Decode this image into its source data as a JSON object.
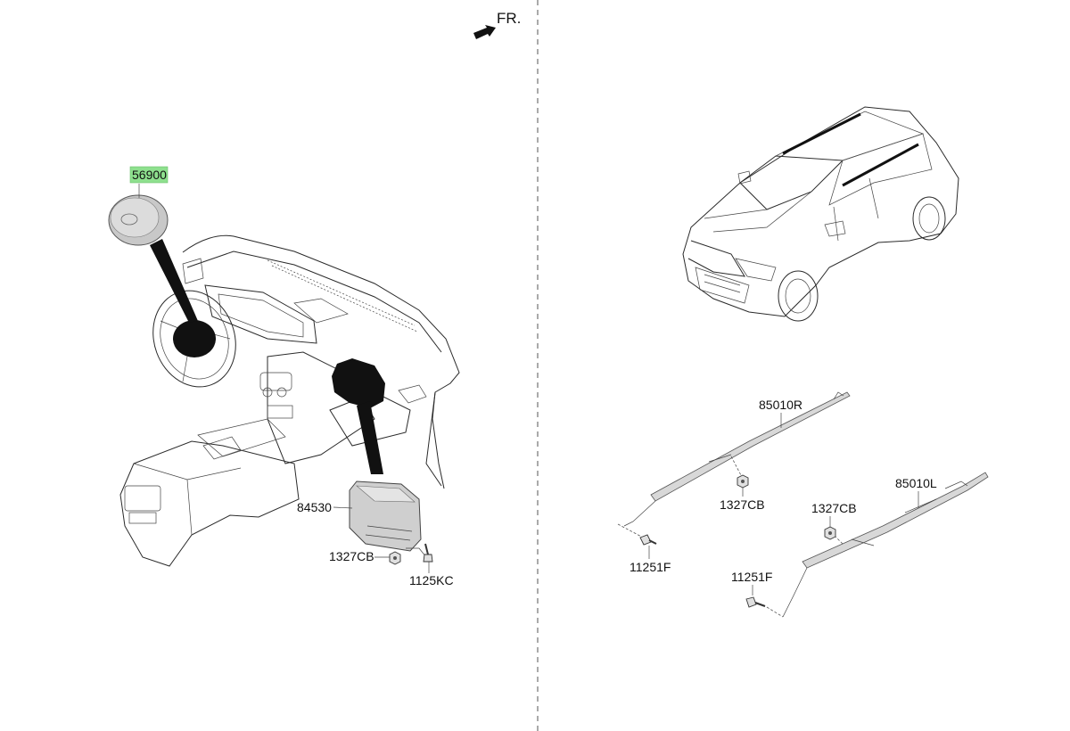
{
  "orientation": {
    "label": "FR.",
    "arrow_icon": "front-direction-arrow-icon"
  },
  "parts": {
    "driver_airbag": {
      "number": "56900",
      "highlight_color": "#8ee08e"
    },
    "passenger_airbag": {
      "number": "84530"
    },
    "passenger_nut": {
      "number": "1327CB"
    },
    "passenger_bolt": {
      "number": "1125KC"
    },
    "curtain_right": {
      "number": "85010R"
    },
    "curtain_right_nut": {
      "number": "1327CB"
    },
    "curtain_right_bolt": {
      "number": "11251F"
    },
    "curtain_left": {
      "number": "85010L"
    },
    "curtain_left_nut": {
      "number": "1327CB"
    },
    "curtain_left_bolt": {
      "number": "11251F"
    }
  }
}
